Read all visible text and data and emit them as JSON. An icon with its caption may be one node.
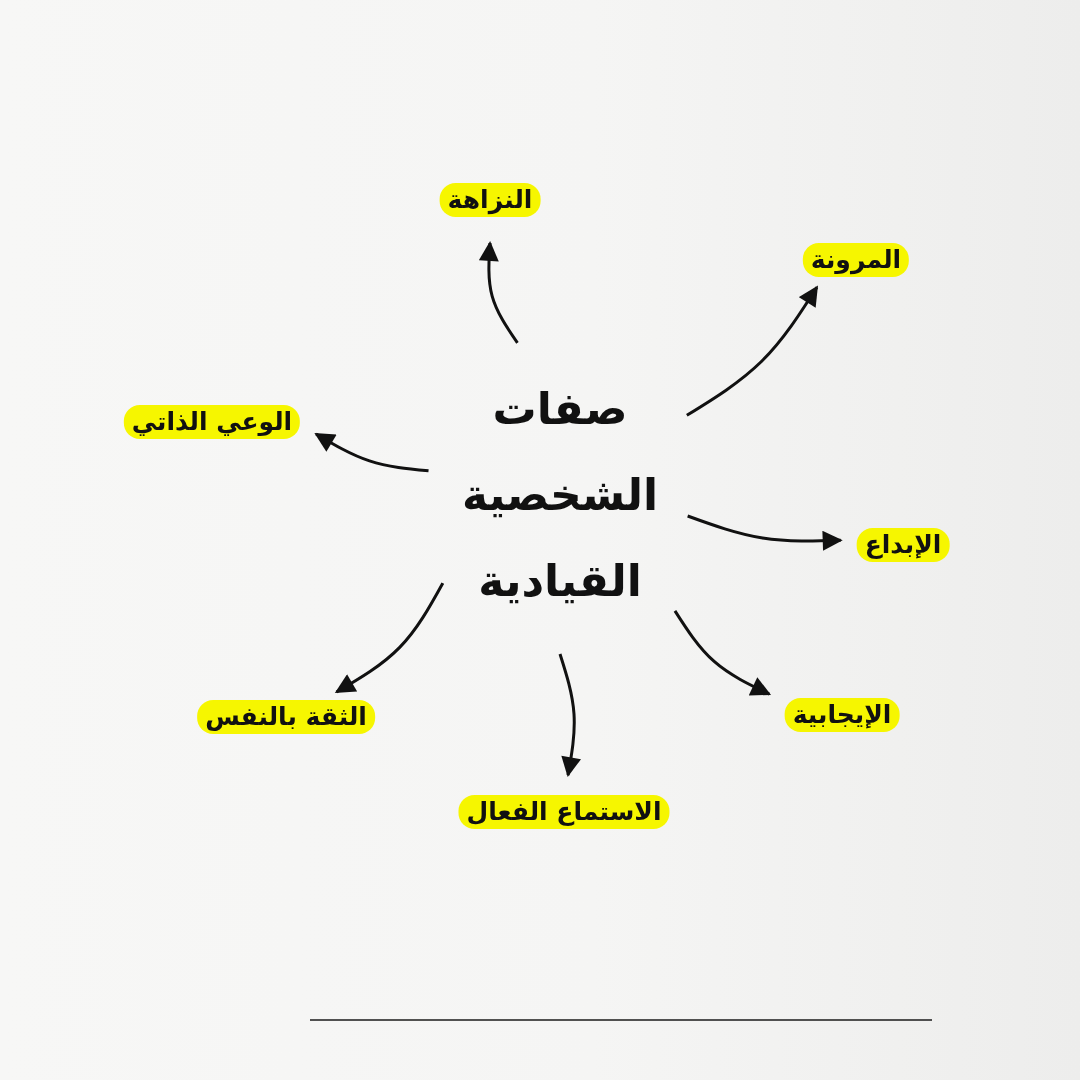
{
  "diagram": {
    "nodes": [
      {
        "text": [
          "صفات الشخصية القيادية"
        ]
      },
      {
        "text": [
          "النزاهة"
        ]
      },
      {
        "text": [
          "المرونة"
        ]
      },
      {
        "text": [
          "الإبداع"
        ]
      },
      {
        "text": [
          "الإيجابية"
        ]
      },
      {
        "text": [
          "الاستماع الفعال"
        ]
      },
      {
        "text": [
          "الثقة بالنفس"
        ]
      },
      {
        "text": [
          "الوعي الذاتي"
        ]
      }
    ],
    "edges": [
      {
        "from": 0,
        "to": 1,
        "arrow": "to"
      },
      {
        "from": 0,
        "to": 2,
        "arrow": "to"
      },
      {
        "from": 0,
        "to": 3,
        "arrow": "to"
      },
      {
        "from": 0,
        "to": 4,
        "arrow": "to"
      },
      {
        "from": 0,
        "to": 5,
        "arrow": "to"
      },
      {
        "from": 0,
        "to": 6,
        "arrow": "to"
      },
      {
        "from": 0,
        "to": 7,
        "arrow": "to"
      }
    ]
  }
}
